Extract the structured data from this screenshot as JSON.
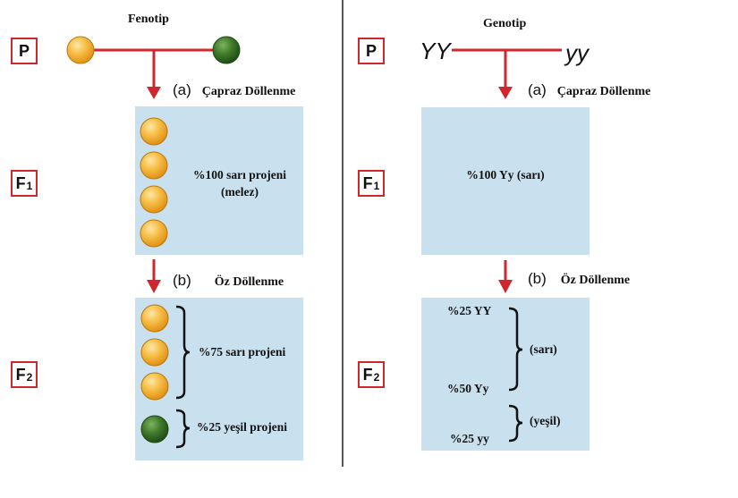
{
  "left": {
    "title": "Fenotip",
    "p_label": "P",
    "f1_label": "F",
    "f1_sub": "1",
    "f2_label": "F",
    "f2_sub": "2",
    "cross_letter": "(a)",
    "cross_text": "Çapraz Döllenme",
    "self_letter": "(b)",
    "self_text": "Öz Döllenme",
    "f1_text_line1": "%100 sarı projeni",
    "f1_text_line2": "(melez)",
    "f2_yellow_text": "%75 sarı projeni",
    "f2_green_text": "%25 yeşil projeni"
  },
  "right": {
    "title": "Genotip",
    "p_label": "P",
    "f1_label": "F",
    "f1_sub": "1",
    "f2_label": "F",
    "f2_sub": "2",
    "parent_left": "YY",
    "parent_right": "yy",
    "cross_letter": "(a)",
    "cross_text": "Çapraz Döllenme",
    "self_letter": "(b)",
    "self_text": "Öz Döllenme",
    "f1_text": "%100 Yy (sarı)",
    "f2_yy_dominant": "%25 YY",
    "f2_het": "%50 Yy",
    "f2_yellow_group": "(sarı)",
    "f2_green_group": "(yeşil)",
    "f2_recessive": "%25 yy"
  },
  "colors": {
    "yellow_pea": "#f5b02e",
    "green_pea": "#3e7a2b",
    "accent_red": "#d0262d",
    "panel_blue": "#c9e1ee"
  }
}
